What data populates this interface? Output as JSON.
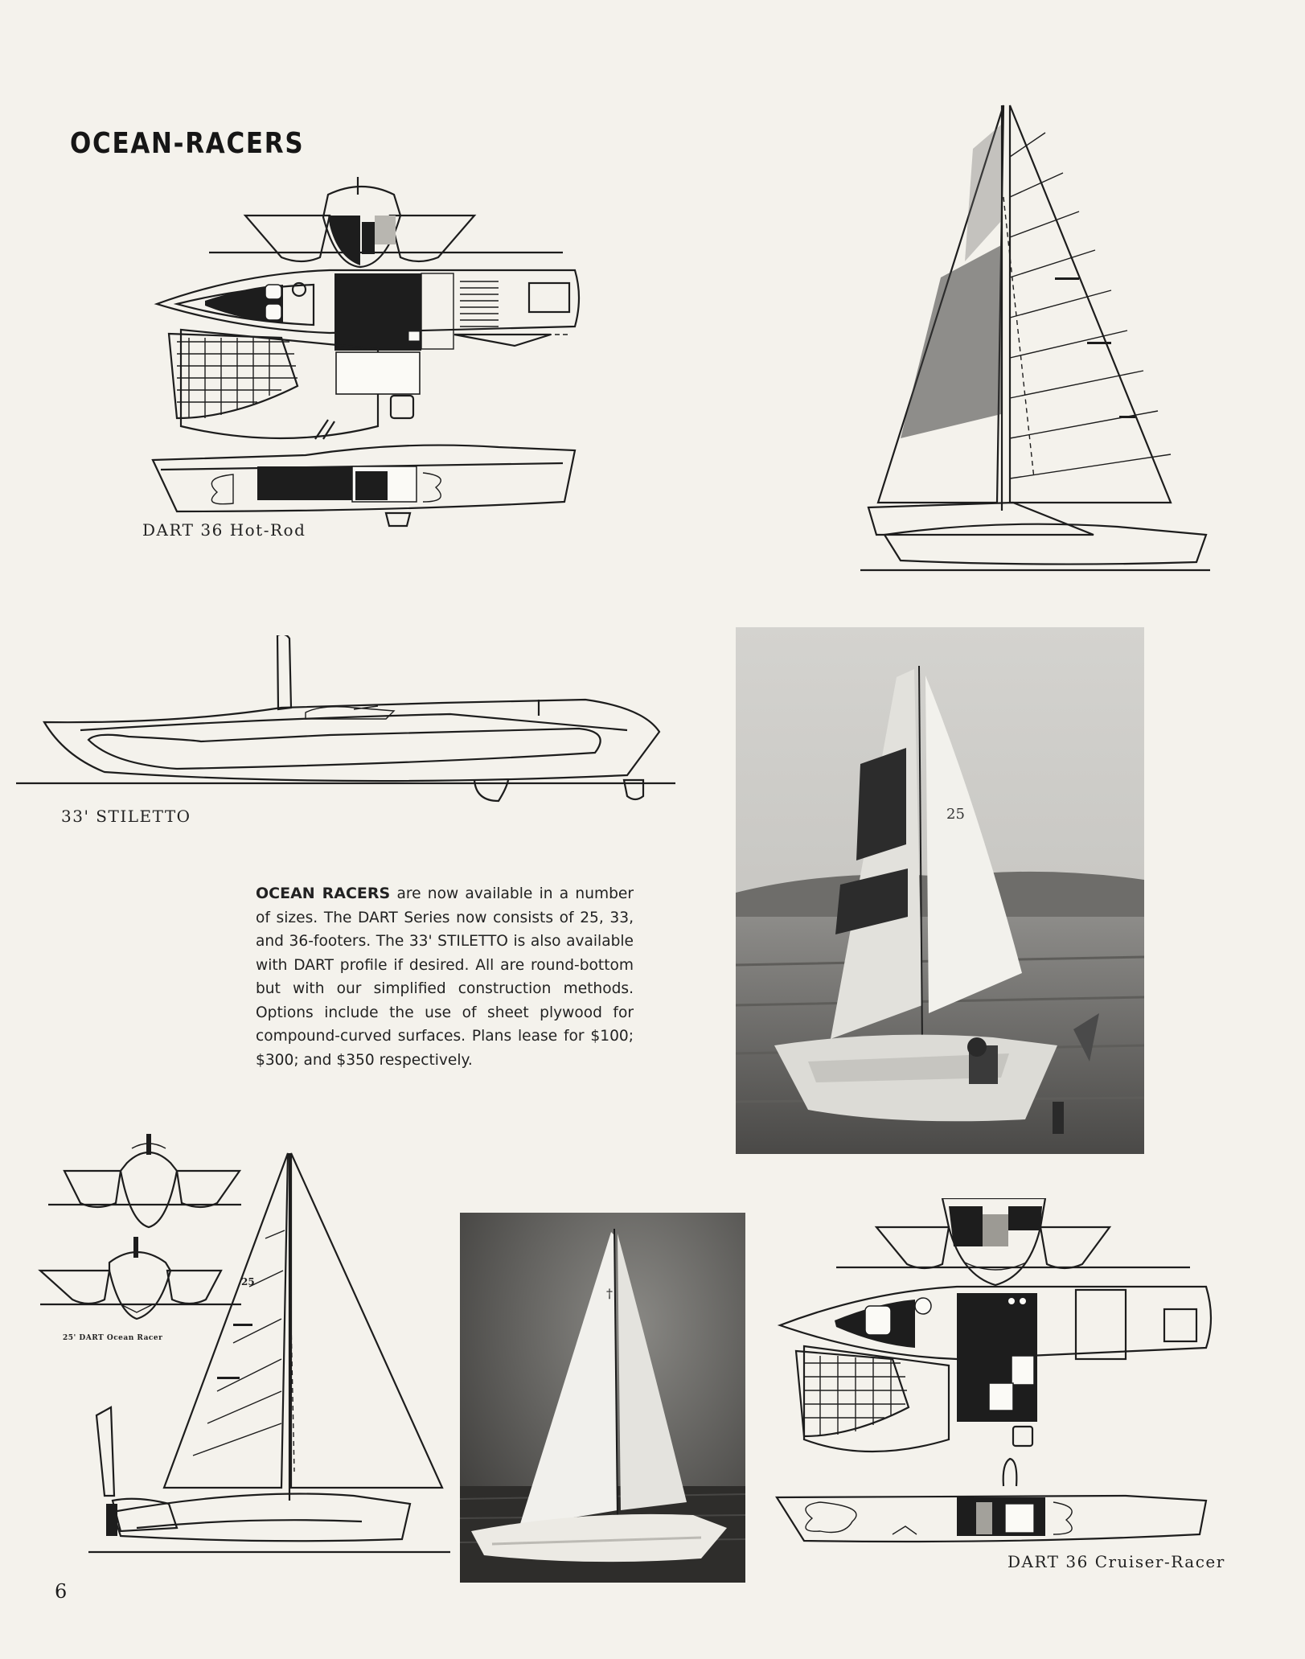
{
  "page": {
    "title": "OCEAN-RACERS",
    "page_number": "6"
  },
  "captions": {
    "hotrod": "DART 36  Hot-Rod",
    "stiletto": "33' STILETTO",
    "dart25": "25' DART  Ocean Racer",
    "cruiser": "DART 36  Cruiser-Racer"
  },
  "article": {
    "lead": "OCEAN RACERS",
    "text": " are now available in a number of sizes. The DART Series now consists of 25, 33, and 36-footers. The 33' STILETTO is also available with DART profile if desired. All are round-bottom but with our simplified construction methods. Options include the use of sheet plywood for compound-curved surfaces. Plans lease for $100; $300; and $350 respectively."
  },
  "figures": {
    "photo_sail_number": "25",
    "sail_number_drawing": "25"
  }
}
